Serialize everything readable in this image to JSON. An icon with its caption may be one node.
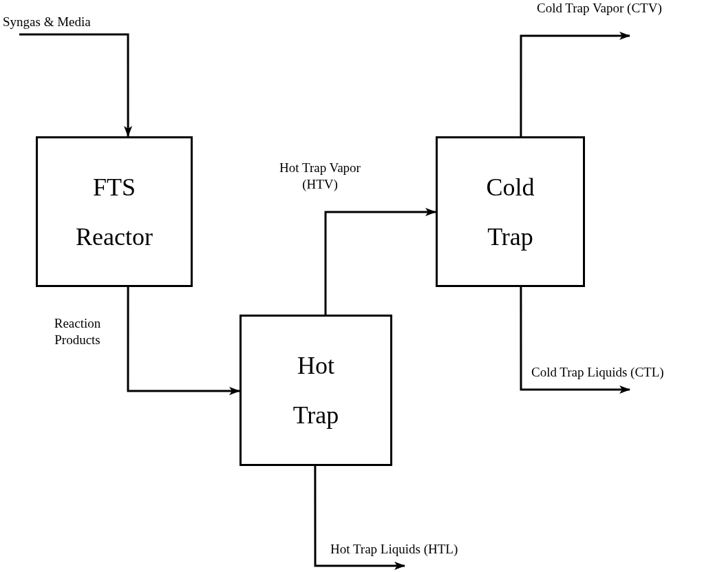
{
  "diagram": {
    "nodes": [
      {
        "text": [
          "FTS Reactor"
        ]
      },
      {
        "text": [
          "Hot Trap"
        ]
      },
      {
        "text": [
          "Cold Trap"
        ]
      }
    ],
    "edges": [
      {
        "from": null,
        "to": 0,
        "arrow": "to",
        "label": "Syngas & Media"
      },
      {
        "from": 0,
        "to": 1,
        "arrow": "to",
        "label": "Reaction Products"
      },
      {
        "from": 1,
        "to": 2,
        "arrow": "to",
        "label": "Hot Trap Vapor (HTV)"
      },
      {
        "from": 1,
        "to": null,
        "arrow": "to",
        "label": "Hot Trap Liquids (HTL)"
      },
      {
        "from": 2,
        "to": null,
        "arrow": "to",
        "label": "Cold Trap Vapor (CTV)"
      },
      {
        "from": 2,
        "to": null,
        "arrow": "to",
        "label": "Cold Trap Liquids (CTL)"
      }
    ]
  }
}
